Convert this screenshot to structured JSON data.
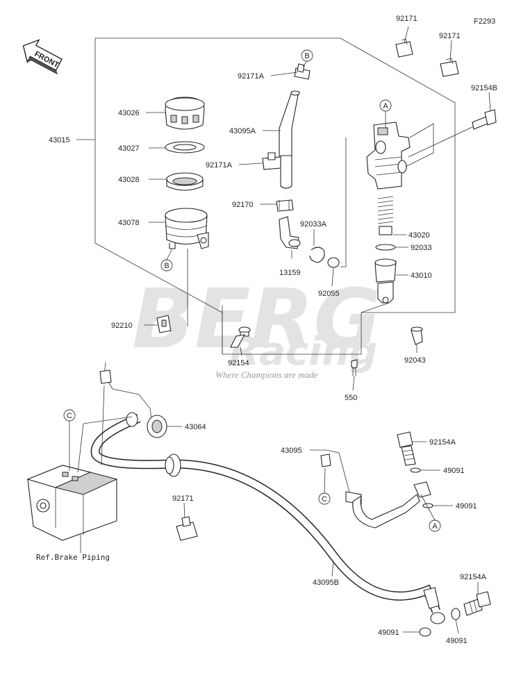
{
  "figure_code": "F2293",
  "front_label": "FRONT",
  "watermark": {
    "brand": "BERG",
    "sub": "Racing",
    "tagline": "Where Champions are made"
  },
  "callouts": [
    {
      "key": "ca",
      "letter": "A"
    },
    {
      "key": "ca2",
      "letter": "A"
    },
    {
      "key": "cb",
      "letter": "B"
    },
    {
      "key": "cb2",
      "letter": "B"
    },
    {
      "key": "cc",
      "letter": "C"
    },
    {
      "key": "cc2",
      "letter": "C"
    }
  ],
  "labels": {
    "p92171_top1": "92171",
    "p92171_top2": "92171",
    "p92154B": "92154B",
    "p92171A_1": "92171A",
    "p43026": "43026",
    "p43095A": "43095A",
    "p43015": "43015",
    "p43027": "43027",
    "p92171A_2": "92171A",
    "p43028": "43028",
    "p92170": "92170",
    "p43078": "43078",
    "p92033A": "92033A",
    "p43020": "43020",
    "p92033": "92033",
    "p13159": "13159",
    "p43010": "43010",
    "p92055": "92055",
    "p92210": "92210",
    "p92043": "92043",
    "p92154": "92154",
    "p550": "550",
    "p43064": "43064",
    "p92154A_1": "92154A",
    "p43095": "43095",
    "p49091_1": "49091",
    "p92171_low": "92171",
    "p49091_2": "49091",
    "ref_brake": "Ref.Brake Piping",
    "p43095B": "43095B",
    "p92154A_2": "92154A",
    "p49091_3": "49091",
    "p49091_4": "49091"
  }
}
